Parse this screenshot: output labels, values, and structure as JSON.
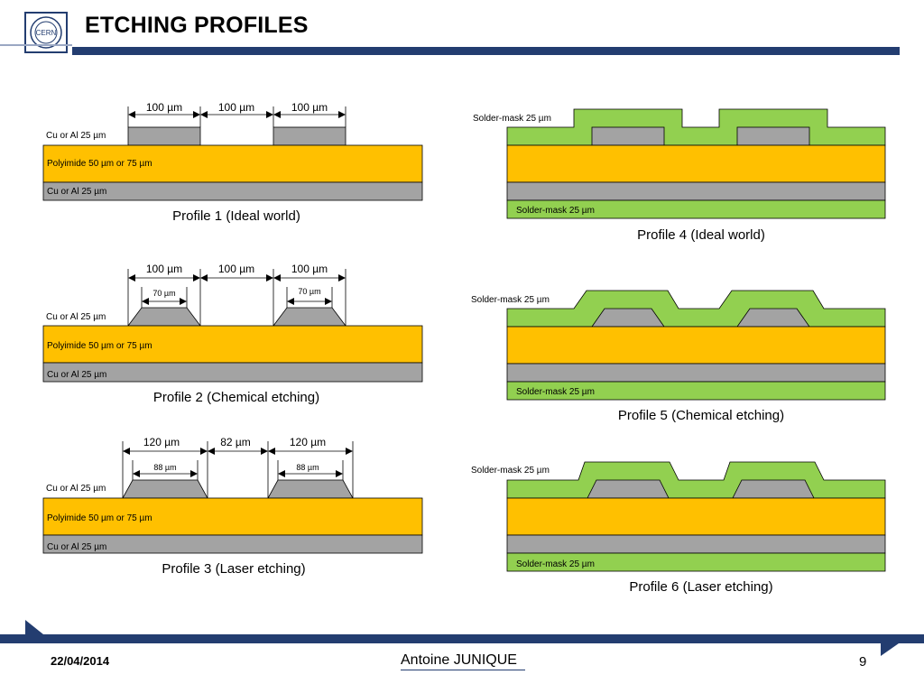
{
  "header": {
    "title": "ETCHING PROFILES",
    "logo_text": "CERN",
    "brand_color": "#233d70"
  },
  "colors": {
    "copper": "#a3a3a3",
    "polyimide": "#ffc000",
    "soldermask": "#92d050",
    "line": "#000000"
  },
  "profiles": [
    {
      "caption": "Profile 1 (Ideal world)",
      "top_layer_label": "Cu or Al 25 µm",
      "core_label": "Polyimide 50 µm or 75 µm",
      "bottom_layer_label": "Cu or Al 25 µm",
      "dimensions": [
        "100 µm",
        "100 µm",
        "100 µm"
      ]
    },
    {
      "caption": "Profile 2 (Chemical etching)",
      "top_layer_label": "Cu or Al 25 µm",
      "core_label": "Polyimide 50 µm or 75 µm",
      "bottom_layer_label": "Cu or Al 25 µm",
      "dimensions": [
        "100 µm",
        "100 µm",
        "100 µm"
      ],
      "top_widths": [
        "70 µm",
        "70 µm"
      ]
    },
    {
      "caption": "Profile 3 (Laser etching)",
      "top_layer_label": "Cu or Al 25 µm",
      "core_label": "Polyimide 50 µm or 75 µm",
      "bottom_layer_label": "Cu or Al 25 µm",
      "dimensions": [
        "120 µm",
        "82 µm",
        "120 µm"
      ],
      "top_widths": [
        "88 µm",
        "88 µm"
      ]
    },
    {
      "caption": "Profile 4 (Ideal world)",
      "top_mask_label": "Solder-mask 25 µm",
      "bottom_mask_label": "Solder-mask 25 µm"
    },
    {
      "caption": "Profile 5 (Chemical etching)",
      "top_mask_label": "Solder-mask 25 µm",
      "bottom_mask_label": "Solder-mask 25 µm"
    },
    {
      "caption": "Profile 6 (Laser etching)",
      "top_mask_label": "Solder-mask 25 µm",
      "bottom_mask_label": "Solder-mask 25 µm"
    }
  ],
  "footer": {
    "date": "22/04/2014",
    "author": "Antoine JUNIQUE",
    "page": "9"
  }
}
